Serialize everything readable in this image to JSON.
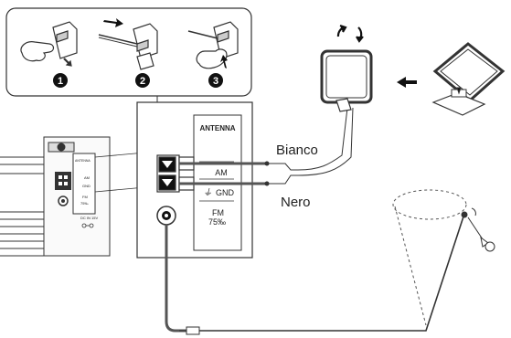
{
  "steps": {
    "one": "1",
    "two": "2",
    "three": "3"
  },
  "panel": {
    "antenna": "ANTENNA",
    "am": "AM",
    "gnd": "GND",
    "fm": "FM",
    "fm_ohm": "75‰"
  },
  "small_panel": {
    "antenna": "ANTENNA",
    "am": "AM",
    "gnd": "GND",
    "fm": "FM",
    "fm_ohm": "75‰",
    "dc": "DC IN 15V"
  },
  "wires": {
    "white": "Bianco",
    "black": "Nero"
  },
  "icons": {
    "rotate": "rotate-arrows-icon",
    "arrow_left": "arrow-left-icon"
  }
}
